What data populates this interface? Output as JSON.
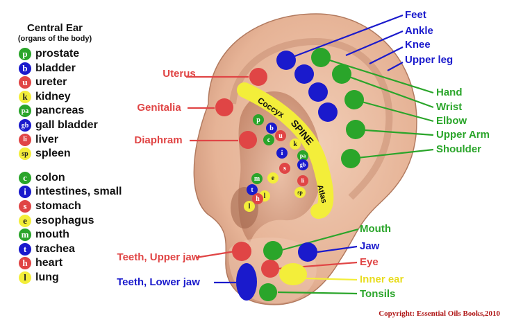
{
  "legend": {
    "title": "Central Ear",
    "subtitle": "(organs of the body)",
    "items": [
      {
        "code": "p",
        "label": "prostate",
        "color": "#2aa52a"
      },
      {
        "code": "b",
        "label": "bladder",
        "color": "#1a1acc"
      },
      {
        "code": "u",
        "label": "ureter",
        "color": "#e04545"
      },
      {
        "code": "k",
        "label": "kidney",
        "color": "#f3ee3a"
      },
      {
        "code": "pa",
        "label": "pancreas",
        "color": "#2aa52a"
      },
      {
        "code": "gb",
        "label": "gall bladder",
        "color": "#1a1acc"
      },
      {
        "code": "li",
        "label": "liver",
        "color": "#e04545"
      },
      {
        "code": "sp",
        "label": "spleen",
        "color": "#f3ee3a"
      },
      {
        "code": "c",
        "label": "colon",
        "color": "#2aa52a"
      },
      {
        "code": "i",
        "label": "intestines, small",
        "color": "#1a1acc"
      },
      {
        "code": "s",
        "label": "stomach",
        "color": "#e04545"
      },
      {
        "code": "e",
        "label": "esophagus",
        "color": "#f3ee3a"
      },
      {
        "code": "m",
        "label": "mouth",
        "color": "#2aa52a"
      },
      {
        "code": "t",
        "label": "trachea",
        "color": "#1a1acc"
      },
      {
        "code": "h",
        "label": "heart",
        "color": "#e04545"
      },
      {
        "code": "l",
        "label": "lung",
        "color": "#f3ee3a"
      }
    ]
  },
  "ear_points": {
    "top_labels": [
      "Feet",
      "Ankle",
      "Knee",
      "Upper leg"
    ],
    "right_labels": [
      "Hand",
      "Wrist",
      "Elbow",
      "Upper Arm",
      "Shoulder"
    ],
    "left_labels": [
      "Uterus",
      "Genitalia",
      "Diaphram"
    ],
    "lower_left_labels": [
      "Teeth, Upper jaw",
      "Teeth, Lower jaw"
    ],
    "lower_right_labels": [
      "Mouth",
      "Jaw",
      "Eye",
      "Inner ear",
      "Tonsils"
    ],
    "spine_words": [
      "Coccyx",
      "SPINE",
      "Atlas"
    ]
  },
  "copyright": "Copyright: Essential Oils Books,2010",
  "colors": {
    "green": "#2aa52a",
    "blue": "#1a1acc",
    "red": "#e04545",
    "yellow": "#f3ee3a",
    "skin": "#e8b89b",
    "skin_dark": "#c98f74"
  }
}
